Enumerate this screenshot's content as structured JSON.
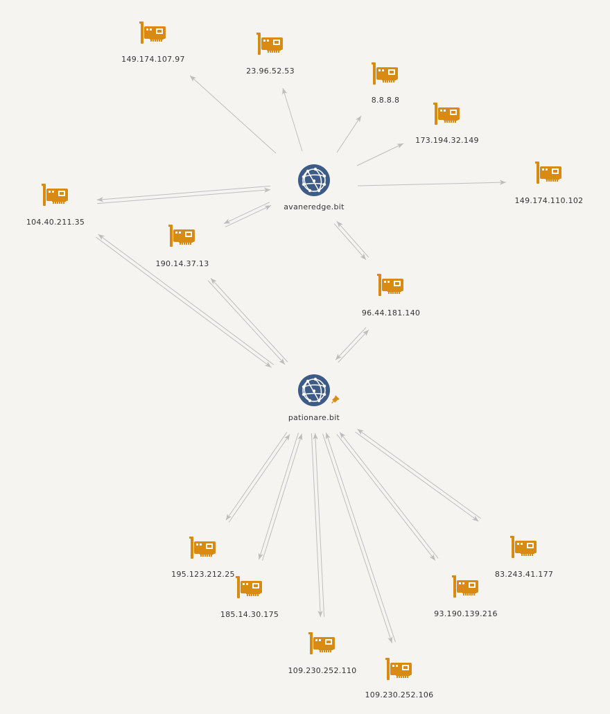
{
  "colors": {
    "background": "#f6f4f1",
    "edge": "#bdbdbd",
    "domain_icon": "#3e5a86",
    "ip_icon": "#d98a12",
    "pin": "#d98a12",
    "label": "#333333"
  },
  "nodes": [
    {
      "id": "avaneredge",
      "label": "avaneredge.bit",
      "type": "domain",
      "icon": "globe-icon"
    },
    {
      "id": "pationare",
      "label": "pationare.bit",
      "type": "domain",
      "icon": "globe-icon",
      "pinned": true
    },
    {
      "id": "ip1",
      "label": "149.174.107.97",
      "type": "ip",
      "icon": "network-card-icon"
    },
    {
      "id": "ip2",
      "label": "23.96.52.53",
      "type": "ip",
      "icon": "network-card-icon"
    },
    {
      "id": "ip3",
      "label": "8.8.8.8",
      "type": "ip",
      "icon": "network-card-icon"
    },
    {
      "id": "ip4",
      "label": "173.194.32.149",
      "type": "ip",
      "icon": "network-card-icon"
    },
    {
      "id": "ip5",
      "label": "149.174.110.102",
      "type": "ip",
      "icon": "network-card-icon"
    },
    {
      "id": "ip6",
      "label": "104.40.211.35",
      "type": "ip",
      "icon": "network-card-icon"
    },
    {
      "id": "ip7",
      "label": "190.14.37.13",
      "type": "ip",
      "icon": "network-card-icon"
    },
    {
      "id": "ip8",
      "label": "96.44.181.140",
      "type": "ip",
      "icon": "network-card-icon"
    },
    {
      "id": "ip9",
      "label": "195.123.212.25",
      "type": "ip",
      "icon": "network-card-icon"
    },
    {
      "id": "ip10",
      "label": "185.14.30.175",
      "type": "ip",
      "icon": "network-card-icon"
    },
    {
      "id": "ip11",
      "label": "109.230.252.110",
      "type": "ip",
      "icon": "network-card-icon"
    },
    {
      "id": "ip12",
      "label": "109.230.252.106",
      "type": "ip",
      "icon": "network-card-icon"
    },
    {
      "id": "ip13",
      "label": "93.190.139.216",
      "type": "ip",
      "icon": "network-card-icon"
    },
    {
      "id": "ip14",
      "label": "83.243.41.177",
      "type": "ip",
      "icon": "network-card-icon"
    }
  ],
  "edges": [
    {
      "from": "avaneredge",
      "to": "ip1",
      "direction": "forward"
    },
    {
      "from": "avaneredge",
      "to": "ip2",
      "direction": "forward"
    },
    {
      "from": "avaneredge",
      "to": "ip3",
      "direction": "forward"
    },
    {
      "from": "avaneredge",
      "to": "ip4",
      "direction": "forward"
    },
    {
      "from": "avaneredge",
      "to": "ip5",
      "direction": "forward"
    },
    {
      "from": "avaneredge",
      "to": "ip6",
      "direction": "both"
    },
    {
      "from": "avaneredge",
      "to": "ip7",
      "direction": "both"
    },
    {
      "from": "avaneredge",
      "to": "ip8",
      "direction": "both"
    },
    {
      "from": "pationare",
      "to": "ip6",
      "direction": "both"
    },
    {
      "from": "pationare",
      "to": "ip7",
      "direction": "both"
    },
    {
      "from": "pationare",
      "to": "ip8",
      "direction": "both"
    },
    {
      "from": "pationare",
      "to": "ip9",
      "direction": "both"
    },
    {
      "from": "pationare",
      "to": "ip10",
      "direction": "both"
    },
    {
      "from": "pationare",
      "to": "ip11",
      "direction": "both"
    },
    {
      "from": "pationare",
      "to": "ip12",
      "direction": "both"
    },
    {
      "from": "pationare",
      "to": "ip13",
      "direction": "both"
    },
    {
      "from": "pationare",
      "to": "ip14",
      "direction": "both"
    }
  ]
}
